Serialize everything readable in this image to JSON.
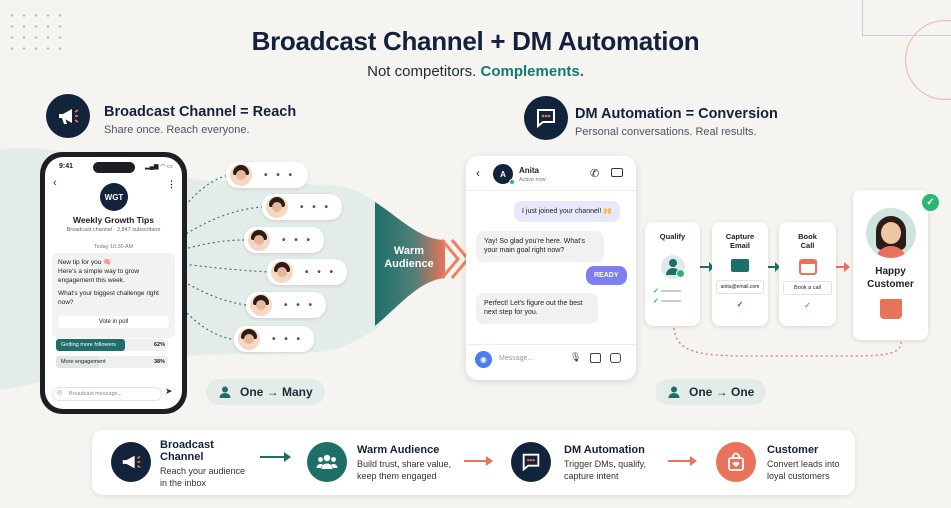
{
  "header": {
    "title": "Broadcast Channel + DM Automation",
    "subtitle_plain": "Not competitors.",
    "subtitle_accent": "Complements."
  },
  "left": {
    "title": "Broadcast Channel = Reach",
    "subtitle": "Share once. Reach everyone.",
    "pill": "One → Many"
  },
  "right": {
    "title": "DM Automation = Conversion",
    "subtitle": "Personal conversations. Real results.",
    "pill": "One → One"
  },
  "phone": {
    "time": "9:41",
    "avatar": "WGT",
    "channel_name": "Weekly Growth Tips",
    "channel_meta": "Broadcast channel · 2,847 subscribers",
    "timestamp": "Today 10:30 AM",
    "post_line1": "New tip for you 🧠",
    "post_line2": "Here's a simple way to grow engagement this week.",
    "post_question": "What's your biggest challenge right now?",
    "vote_label": "Vote in poll",
    "poll": [
      {
        "label": "Getting more followers",
        "pct": "62%",
        "value": 62
      },
      {
        "label": "More engagement",
        "pct": "38%",
        "value": 38
      }
    ],
    "input_placeholder": "Broadcast message..."
  },
  "bubble_dots": "• • •",
  "funnel_label": "Warm Audience",
  "chat": {
    "avatar": "A",
    "name": "Anita",
    "status": "Active now",
    "messages": [
      {
        "text": "I just joined your channel! 🙌"
      },
      {
        "text": "Yay! So glad you're here. What's your main goal right now?"
      },
      {
        "text": "READY"
      },
      {
        "text": "Perfect! Let's figure out the best next step for you."
      }
    ],
    "input_placeholder": "Message..."
  },
  "steps": {
    "qualify": "Qualify",
    "capture": "Capture Email",
    "capture_value": "anita@email.com",
    "book": "Book Call",
    "book_value": "Book a call",
    "customer": "Happy Customer"
  },
  "bottom": [
    {
      "title": "Broadcast Channel",
      "desc": "Reach your audience in the inbox",
      "color": "#12243b"
    },
    {
      "title": "Warm Audience",
      "desc": "Build trust, share value, keep them engaged",
      "color": "#1e6f6a"
    },
    {
      "title": "DM Automation",
      "desc": "Trigger DMs, qualify, capture intent",
      "color": "#12243b"
    },
    {
      "title": "Customer",
      "desc": "Convert leads into loyal customers",
      "color": "#e8735a"
    }
  ]
}
